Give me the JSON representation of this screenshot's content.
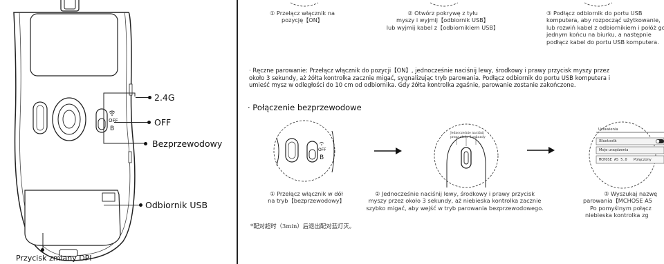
{
  "left_panel": {
    "labels": {
      "freq": "2.4G",
      "off": "OFF",
      "wireless": "Bezprzewodowy",
      "receiver": "Odbiornik USB",
      "dpi": "Przycisk zmiany DPI"
    },
    "switch_marks": {
      "off": "OFF",
      "b": "B"
    }
  },
  "top_steps": {
    "step1": [
      "① Przełącz włącznik na",
      "pozycję【ON】"
    ],
    "step2": [
      "② Otwórz pokrywę z tyłu",
      "myszy i wyjmij【odbiornik USB】",
      "lub wyjmij kabel z【odbiornikiem USB】"
    ],
    "step3": [
      "③ Podłącz odbiornik do portu USB",
      "komputera, aby rozpocząć użytkowanie,",
      "lub rozwiń kabel z odbiornikiem i połóż go",
      "jednym końcu na biurku, a następnie",
      "podłącz kabel do portu USB komputera."
    ]
  },
  "manual_pairing": [
    "· Ręczne parowanie: Przełącz włącznik do pozycji【ON】, jednocześnie naciśnij lewy, środkowy i prawy przycisk myszy przez",
    "około 3 sekundy, aż żółta kontrolka zacznie migać, sygnalizując tryb parowania. Podłącz odbiornik do portu USB komputera i",
    "umieść mysz w odległości do 10 cm od odbiornika. Gdy żółta kontrolka zgaśnie, parowanie zostanie zakończone."
  ],
  "wireless_section": {
    "title": "· Połączenie bezprzewodowe",
    "circle1_marks": {
      "off": "OFF",
      "b": "B"
    },
    "circle2_marks": [
      "Jednocześnie naciśnij",
      "przez około 3 sekundy"
    ],
    "phone": {
      "header": "Ustawienia",
      "bluetooth": "Bluetooth",
      "devices": "Moje urządzenia",
      "device_name": "MCHOSE A5 5.0",
      "status": "Połączony"
    },
    "step1": [
      "① Przełącz włącznik w dół",
      "na tryb【bezprzewodowy】"
    ],
    "step2": [
      "② Jednocześnie naciśnij lewy, środkowy i prawy przycisk",
      "myszy przez około 3 sekundy, aż niebieska kontrolka zacznie",
      "szybko migać, aby wejść w tryb parowania bezprzewodowego."
    ],
    "step3": [
      "③ Wyszukaj nazwę",
      "parowania【MCHOSE A5",
      "Po pomyślnym połącz",
      "niebieska kontrolka zg"
    ],
    "footnote": "*配对超时（3min）后退出配对蓝灯灭。"
  }
}
